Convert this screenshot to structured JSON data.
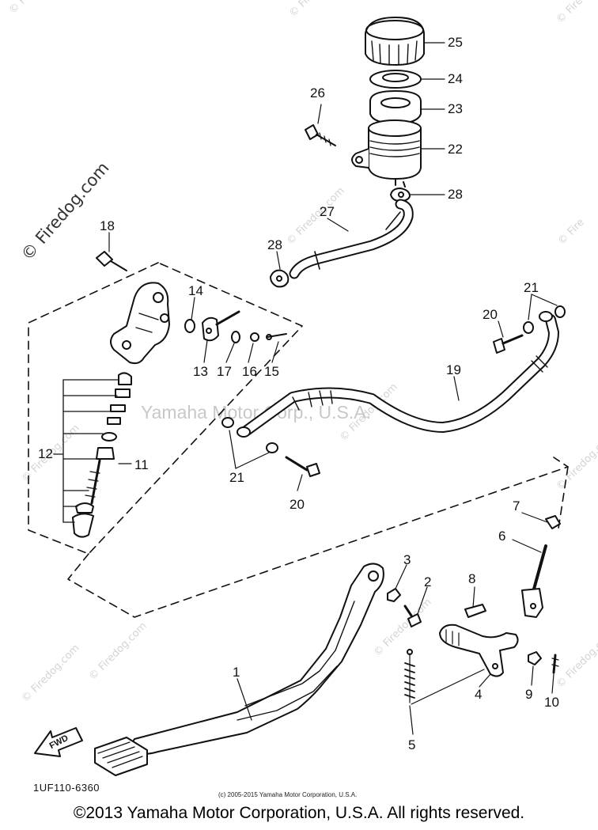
{
  "watermark": {
    "brand": "© Firedog.com",
    "short": "© Fire",
    "center": "Yamaha Motor Corp., U.S.A."
  },
  "parts": {
    "p1": "1",
    "p2": "2",
    "p3": "3",
    "p4": "4",
    "p5": "5",
    "p6": "6",
    "p7": "7",
    "p8": "8",
    "p9": "9",
    "p10": "10",
    "p11": "11",
    "p12": "12",
    "p13": "13",
    "p14": "14",
    "p15": "15",
    "p16": "16",
    "p17": "17",
    "p18": "18",
    "p19": "19",
    "p20": "20",
    "p21": "21",
    "p22": "22",
    "p23": "23",
    "p24": "24",
    "p25": "25",
    "p26": "26",
    "p27": "27",
    "p28": "28"
  },
  "forward_marker": "FWD",
  "diagram_code": "1UF110-6360",
  "small_copyright": "(c) 2005-2015 Yamaha Motor Corporation, U.S.A.",
  "footer": "©2013 Yamaha Motor Corporation, U.S.A. All rights reserved."
}
